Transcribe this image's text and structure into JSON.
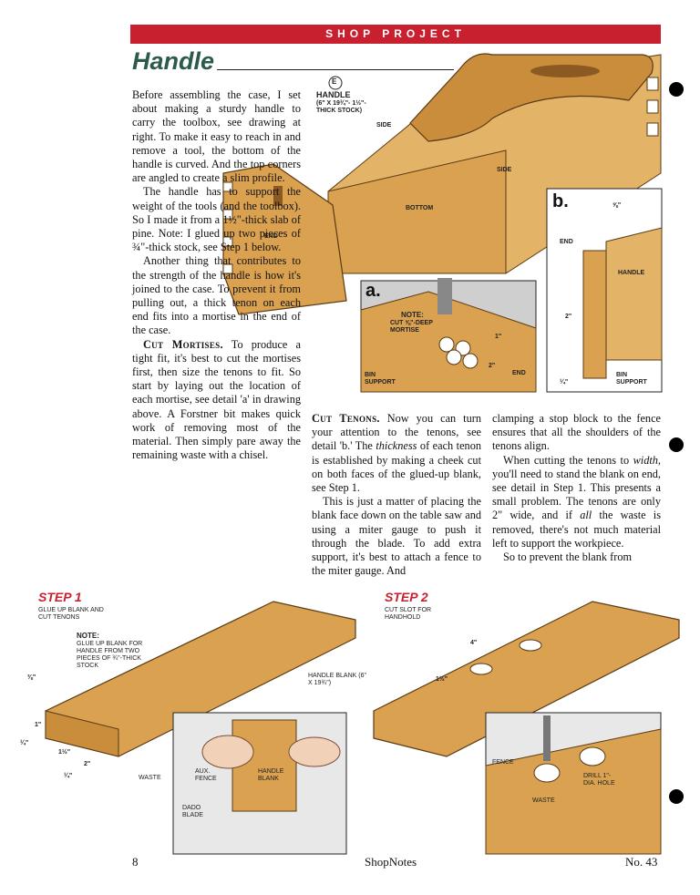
{
  "header": {
    "banner": "SHOP PROJECT",
    "title": "Handle"
  },
  "column1": {
    "p1": "Before assembling the case, I set about making a sturdy handle to carry the toolbox, see drawing at right. To make it easy to reach in and remove a tool, the bottom of the handle is curved. And the top corners are angled to create a slim profile.",
    "p2": "The handle has to support the weight of the tools (and the toolbox). So I made it from a 1½\"-thick slab of pine. Note: I glued up two pieces of ¾\"-thick stock, see Step 1 below.",
    "p3": "Another thing that contributes to the strength of the handle is how it's joined to the case. To prevent it from pulling out, a thick tenon on each end fits into a mortise in the end of the case.",
    "p4_head": "Cut Mortises.",
    "p4": " To produce a tight fit, it's best to cut the mortises first, then size the tenons to fit. So start by laying out the location of each mortise, see detail 'a' in drawing above. A Forstner bit makes quick work of removing most of the material. Then simply pare away the remaining waste with a chisel."
  },
  "column2": {
    "p1_head": "Cut Tenons.",
    "p1a": " Now you can turn your attention to the tenons, see detail 'b.' The ",
    "p1_em": "thickness",
    "p1b": " of each tenon is established by making a cheek cut on both faces of the glued-up blank, see Step 1.",
    "p2": "This is just a matter of placing the blank face down on the table saw and using a miter gauge to push it through the blade. To add extra support, it's best to attach a fence to the miter gauge. And"
  },
  "column3": {
    "p1": "clamping a stop block to the fence ensures that all the shoulders of the tenons align.",
    "p2a": "When cutting the tenons to ",
    "p2_em1": "width",
    "p2b": ", you'll need to stand the blank on end, see detail in Step 1. This presents a small problem. The tenons are only 2\" wide, and if ",
    "p2_em2": "all",
    "p2c": " the waste is removed, there's not much material left to support the workpiece.",
    "p3": "So to prevent the blank from"
  },
  "main_drawing": {
    "callout_letter": "E",
    "handle_label": "HANDLE",
    "handle_dims": "(6\" x 19¾\"- 1½\"-THICK STOCK)",
    "side_label_1": "SIDE",
    "side_label_2": "SIDE",
    "bottom_label": "BOTTOM",
    "end_label": "END"
  },
  "detail_a": {
    "letter": "a.",
    "note_title": "NOTE:",
    "note": "CUT ⅝\"-DEEP MORTISE",
    "dim_1": "1\"",
    "dim_2": "2\"",
    "end": "END",
    "bin_support": "BIN SUPPORT"
  },
  "detail_b": {
    "letter": "b.",
    "dim_top": "⅝\"",
    "end": "END",
    "handle": "HANDLE",
    "dim_2": "2\"",
    "dim_quarter": "¼\"",
    "bin_support": "BIN SUPPORT"
  },
  "step1": {
    "title": "STEP 1",
    "subtitle": "GLUE UP BLANK AND CUT TENONS",
    "note_title": "NOTE:",
    "note": "GLUE UP BLANK FOR HANDLE FROM TWO PIECES OF ¾\"-THICK STOCK",
    "blank_label": "HANDLE BLANK (6\" x 19¾\")",
    "dim_a": "⅜\"",
    "dim_b": "1\"",
    "dim_c": "¼\"",
    "dim_d": "1½\"",
    "dim_e": "2\"",
    "dim_f": "¼\"",
    "waste": "WASTE",
    "aux_fence": "AUX. FENCE",
    "handle_blank": "HANDLE BLANK",
    "dado_blade": "DADO BLADE"
  },
  "step2": {
    "title": "STEP 2",
    "subtitle": "CUT SLOT FOR HANDHOLD",
    "dim_4": "4\"",
    "dim_15": "1½\"",
    "fence": "FENCE",
    "drill": "DRILL 1\"-DIA. HOLE",
    "waste": "WASTE"
  },
  "footer": {
    "page": "8",
    "mag": "ShopNotes",
    "issue": "No. 43"
  },
  "colors": {
    "banner": "#c8202f",
    "title": "#2d5b4b",
    "wood": "#d9a150",
    "wood_dark": "#b47a2e"
  }
}
